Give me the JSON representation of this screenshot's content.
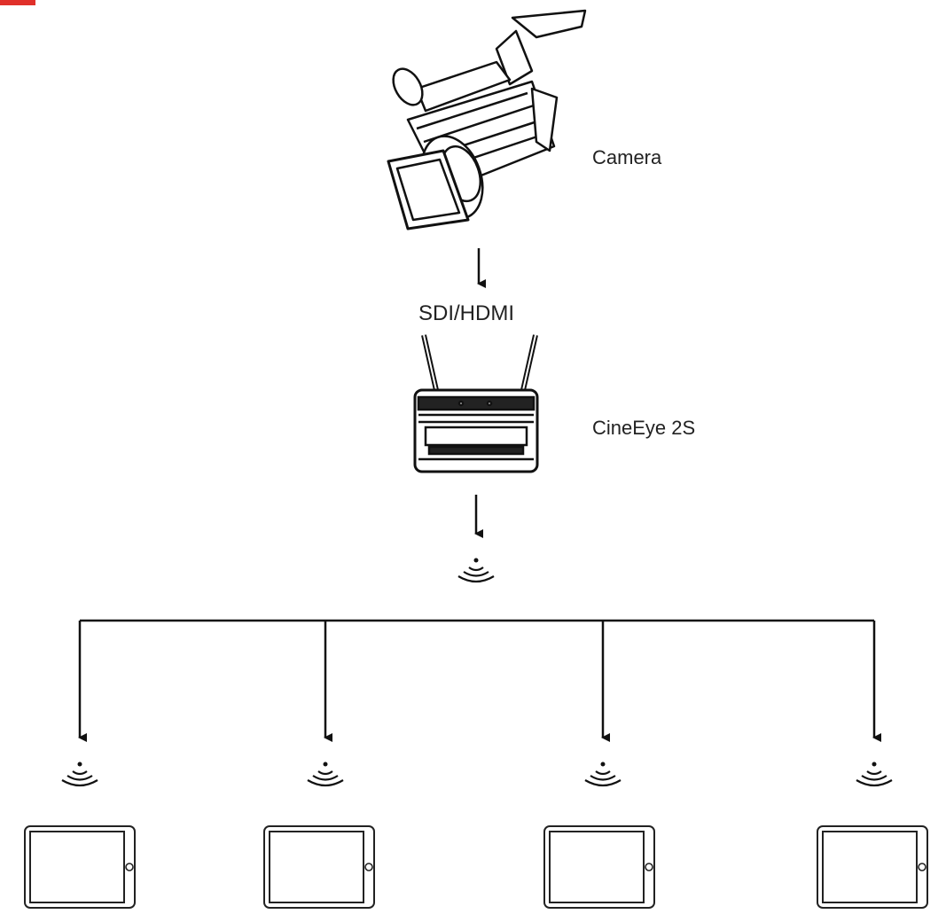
{
  "labels": {
    "camera": "Camera",
    "connection": "SDI/HDMI",
    "transmitter": "CineEye 2S"
  },
  "icons": {
    "camera": "camcorder-icon",
    "transmitter": "wireless-transmitter-icon",
    "signal": "wireless-signal-icon",
    "receiver": "tablet-icon"
  },
  "colors": {
    "line": "#111111",
    "accent": "#e0302a"
  },
  "receivers_count": 4
}
